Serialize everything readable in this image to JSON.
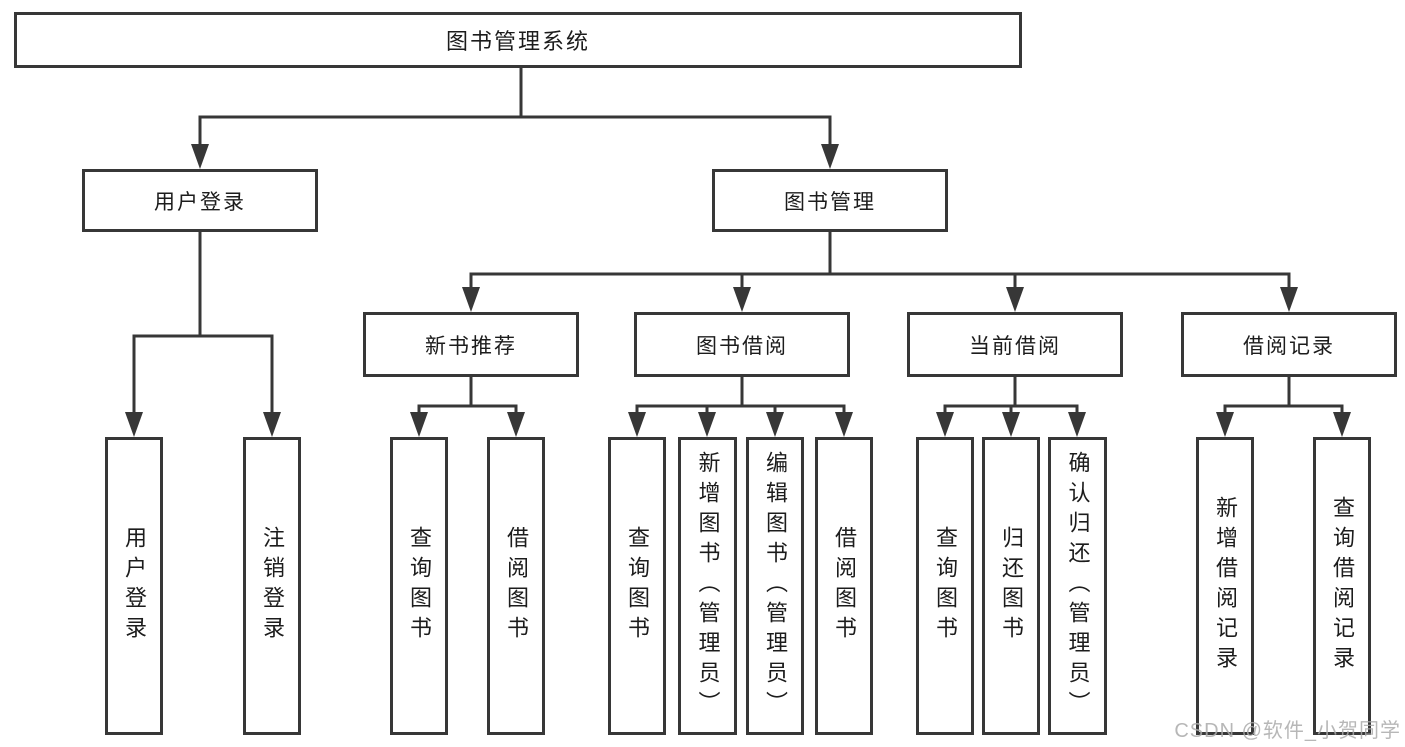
{
  "diagram_type": "hierarchy-structure-chart",
  "nodes": {
    "root": "图书管理系统",
    "level2": [
      "用户登录",
      "图书管理"
    ],
    "level3": [
      "新书推荐",
      "图书借阅",
      "当前借阅",
      "借阅记录"
    ],
    "user_children": [
      "用户登录",
      "注销登录"
    ],
    "recommend_children": [
      "查询图书",
      "借阅图书"
    ],
    "borrow_children": [
      "查询图书",
      "新增图书（管理员）",
      "编辑图书（管理员）",
      "借阅图书"
    ],
    "current_children": [
      "查询图书",
      "归还图书",
      "确认归还（管理员）"
    ],
    "record_children": [
      "新增借阅记录",
      "查询借阅记录"
    ]
  },
  "hierarchy": {
    "图书管理系统": {
      "用户登录": [
        "用户登录",
        "注销登录"
      ],
      "图书管理": {
        "新书推荐": [
          "查询图书",
          "借阅图书"
        ],
        "图书借阅": [
          "查询图书",
          "新增图书（管理员）",
          "编辑图书（管理员）",
          "借阅图书"
        ],
        "当前借阅": [
          "查询图书",
          "归还图书",
          "确认归还（管理员）"
        ],
        "借阅记录": [
          "新增借阅记录",
          "查询借阅记录"
        ]
      }
    }
  },
  "watermark": "CSDN @软件_小贺同学",
  "colors": {
    "line": "#373737",
    "border": "#373737",
    "text": "#1c1c1c",
    "watermark": "#ababab",
    "background": "#ffffff"
  }
}
